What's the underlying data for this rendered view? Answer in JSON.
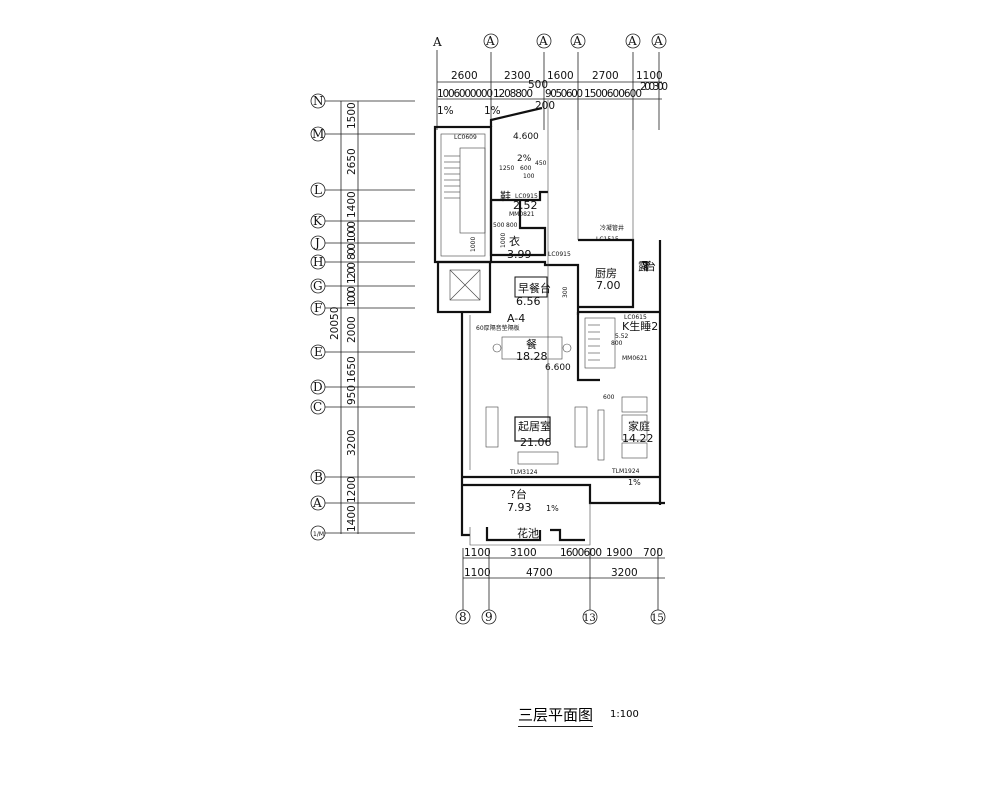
{
  "drawing": {
    "title": "三层平面图",
    "scale": "1:100",
    "top_axes": [
      "A",
      "A",
      "A",
      "A",
      "A",
      "A"
    ],
    "top_dims_row1": [
      "2600",
      "2300",
      "1600",
      "2700",
      "1100"
    ],
    "top_dims_row2": [
      "1006000000",
      "1208800",
      "500",
      "9050600",
      "1500600600",
      "200300"
    ],
    "top_misc": [
      "200",
      "1%",
      "1%"
    ],
    "left_axes": [
      "N",
      "M",
      "L",
      "K",
      "J",
      "H",
      "G",
      "F",
      "E",
      "D",
      "C",
      "B",
      "A",
      "1/M"
    ],
    "left_dims": [
      "1500",
      "2650",
      "1400",
      "1000",
      "800",
      "1200",
      "1000",
      "2000",
      "1650",
      "950",
      "3200",
      "1200",
      "1400"
    ],
    "left_total": "20050",
    "bottom_dims_row1": [
      "1100",
      "3100",
      "1600600",
      "1900",
      "700"
    ],
    "bottom_dims_row2": [
      "1100",
      "4700",
      "3200"
    ],
    "bottom_axes": [
      "8",
      "9",
      "13",
      "15"
    ],
    "rooms": [
      {
        "name": "早餐台",
        "area": "6.56"
      },
      {
        "name": "厨房",
        "area": "7.00"
      },
      {
        "name": "餐",
        "area": "18.28"
      },
      {
        "name": "起居室",
        "area": "21.06"
      },
      {
        "name": "家庭",
        "area": "14.22"
      },
      {
        "name": "?台",
        "area": "7.93"
      },
      {
        "name": "花池",
        "area": ""
      },
      {
        "name": "鞋",
        "area": "2.52"
      },
      {
        "name": "衣",
        "area": "3.99"
      },
      {
        "name": "K生睡2",
        "area": "5.52"
      },
      {
        "name": "露?平台",
        "area": ""
      }
    ],
    "annotations": {
      "level1": "4.600",
      "level2": "6.600",
      "slope": "2%",
      "slope1": "1%",
      "w1": "LC0609",
      "w2": "LC0915",
      "w3": "LC0915",
      "w4": "LC1515",
      "w5": "LC0615",
      "d1": "MM0821",
      "d2": "MM0621",
      "d3": "TLM3124",
      "d4": "TLM1924",
      "unit": "A-4",
      "shaft": "冷凝管井",
      "note": "60厚隔音垫隔板",
      "d_1250": "1250",
      "d_600": "600",
      "d_450": "450",
      "d_100": "100",
      "d_500": "500",
      "d_800": "800",
      "d_1000": "1000",
      "d_300": "300"
    }
  }
}
